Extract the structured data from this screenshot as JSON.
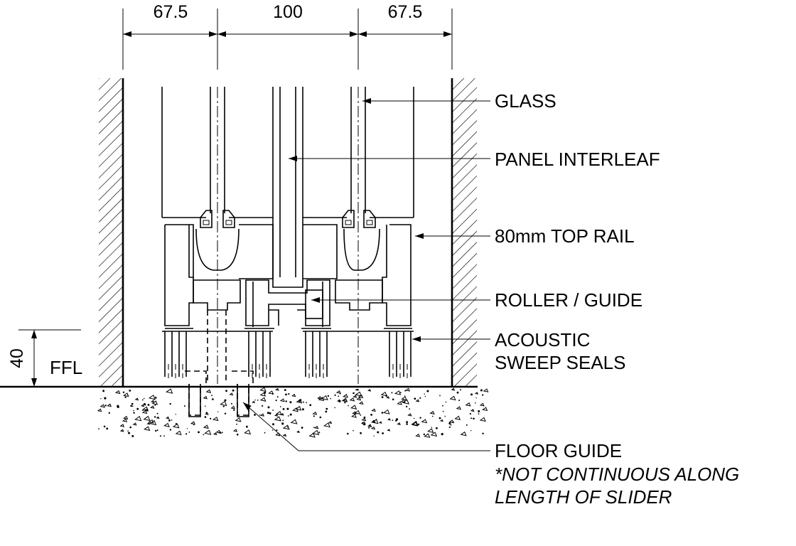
{
  "dimensions": {
    "left_module": "67.5",
    "centre_module": "100",
    "right_module": "67.5",
    "floor_offset": "40"
  },
  "level_label": "FFL",
  "callouts": {
    "glass": "GLASS",
    "panel_interleaf": "PANEL INTERLEAF",
    "top_rail": "80mm TOP RAIL",
    "roller_guide": "ROLLER / GUIDE",
    "acoustic_line1": "ACOUSTIC",
    "acoustic_line2": "SWEEP SEALS",
    "floor_guide": "FLOOR GUIDE",
    "floor_note_line1": "*NOT CONTINUOUS ALONG",
    "floor_note_line2": "LENGTH OF SLIDER"
  }
}
